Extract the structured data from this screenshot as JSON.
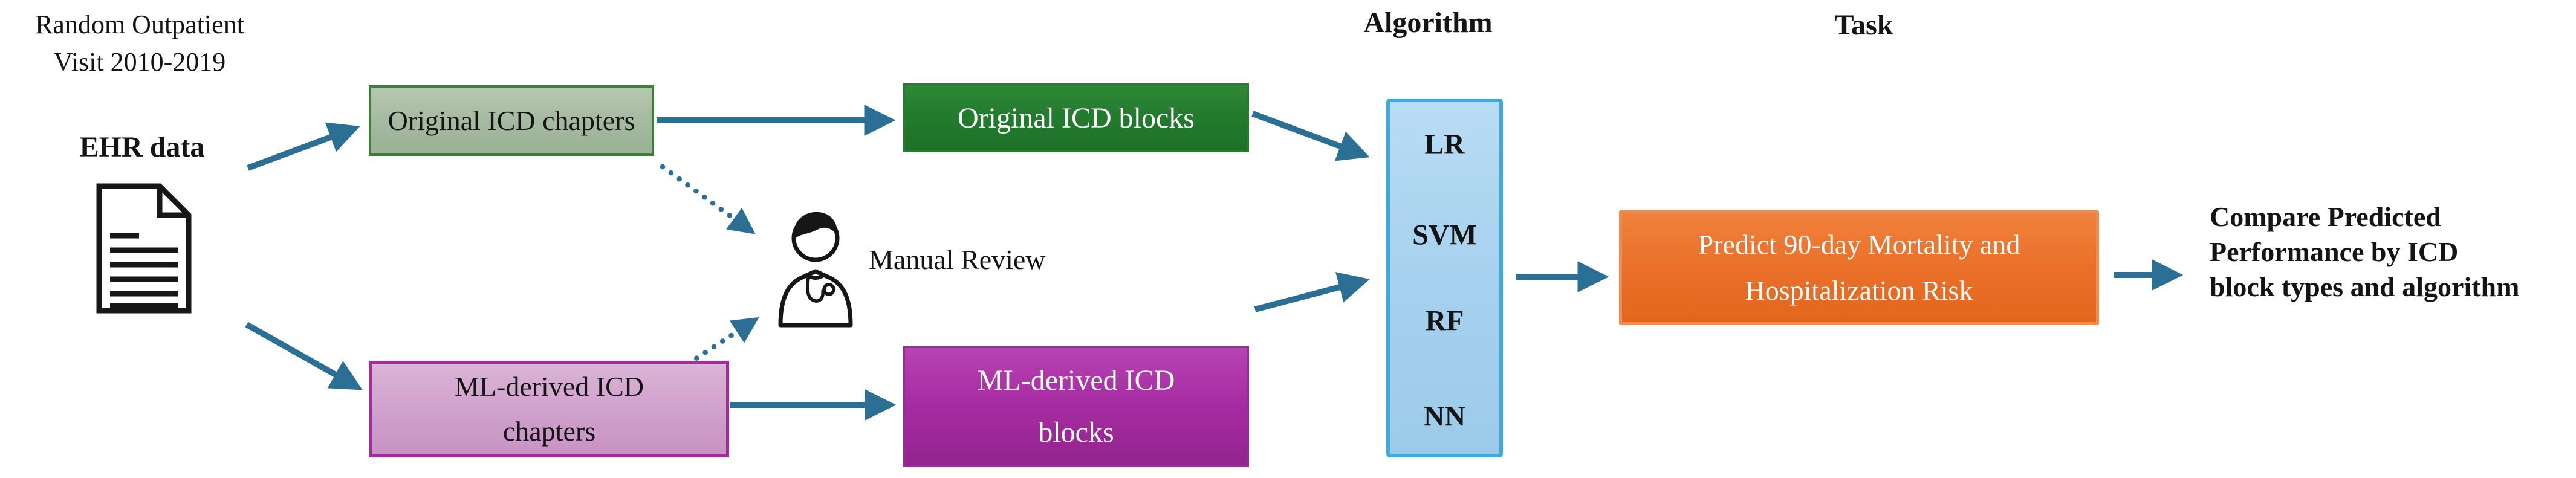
{
  "diagram": {
    "cohort": {
      "lines": [
        "Random Outpatient",
        "Visit 2010-2019"
      ]
    },
    "ehr_label": "EHR data",
    "manual_review_label": "Manual Review",
    "headers": {
      "algorithm": "Algorithm",
      "task": "Task"
    },
    "boxes": {
      "original_chapters": {
        "label": "Original ICD chapters"
      },
      "original_blocks": {
        "label": "Original ICD blocks"
      },
      "ml_chapters": {
        "lines": [
          "ML-derived ICD",
          "chapters"
        ]
      },
      "ml_blocks": {
        "lines": [
          "ML-derived ICD",
          "blocks"
        ]
      },
      "task": {
        "lines": [
          "Predict 90-day Mortality and",
          "Hospitalization Risk"
        ]
      }
    },
    "algorithms": [
      "LR",
      "SVM",
      "RF",
      "NN"
    ],
    "outcome": {
      "lines": [
        "Compare Predicted",
        "Performance by ICD",
        "block types and algorithm"
      ]
    },
    "icons": {
      "ehr_file": "document-icon",
      "manual_review": "doctor-icon"
    },
    "colors": {
      "arrow": "#2c6f95",
      "original_chapters_fill": "#a9bda4",
      "original_chapters_border": "#3e7e3d",
      "original_blocks_fill": "#217a2c",
      "original_blocks_border": "#2a7a30",
      "ml_chapters_fill": "#d0a3cc",
      "ml_chapters_border": "#aa29a2",
      "ml_blocks_fill": "#a52ba0",
      "ml_blocks_border": "#9b2b97",
      "algorithm_fill": "#a6d1ee",
      "algorithm_border": "#3caade",
      "task_fill": "#e9702a",
      "task_border": "#ef8c51",
      "text_dark": "#141414",
      "text_light": "#ffffff"
    }
  }
}
